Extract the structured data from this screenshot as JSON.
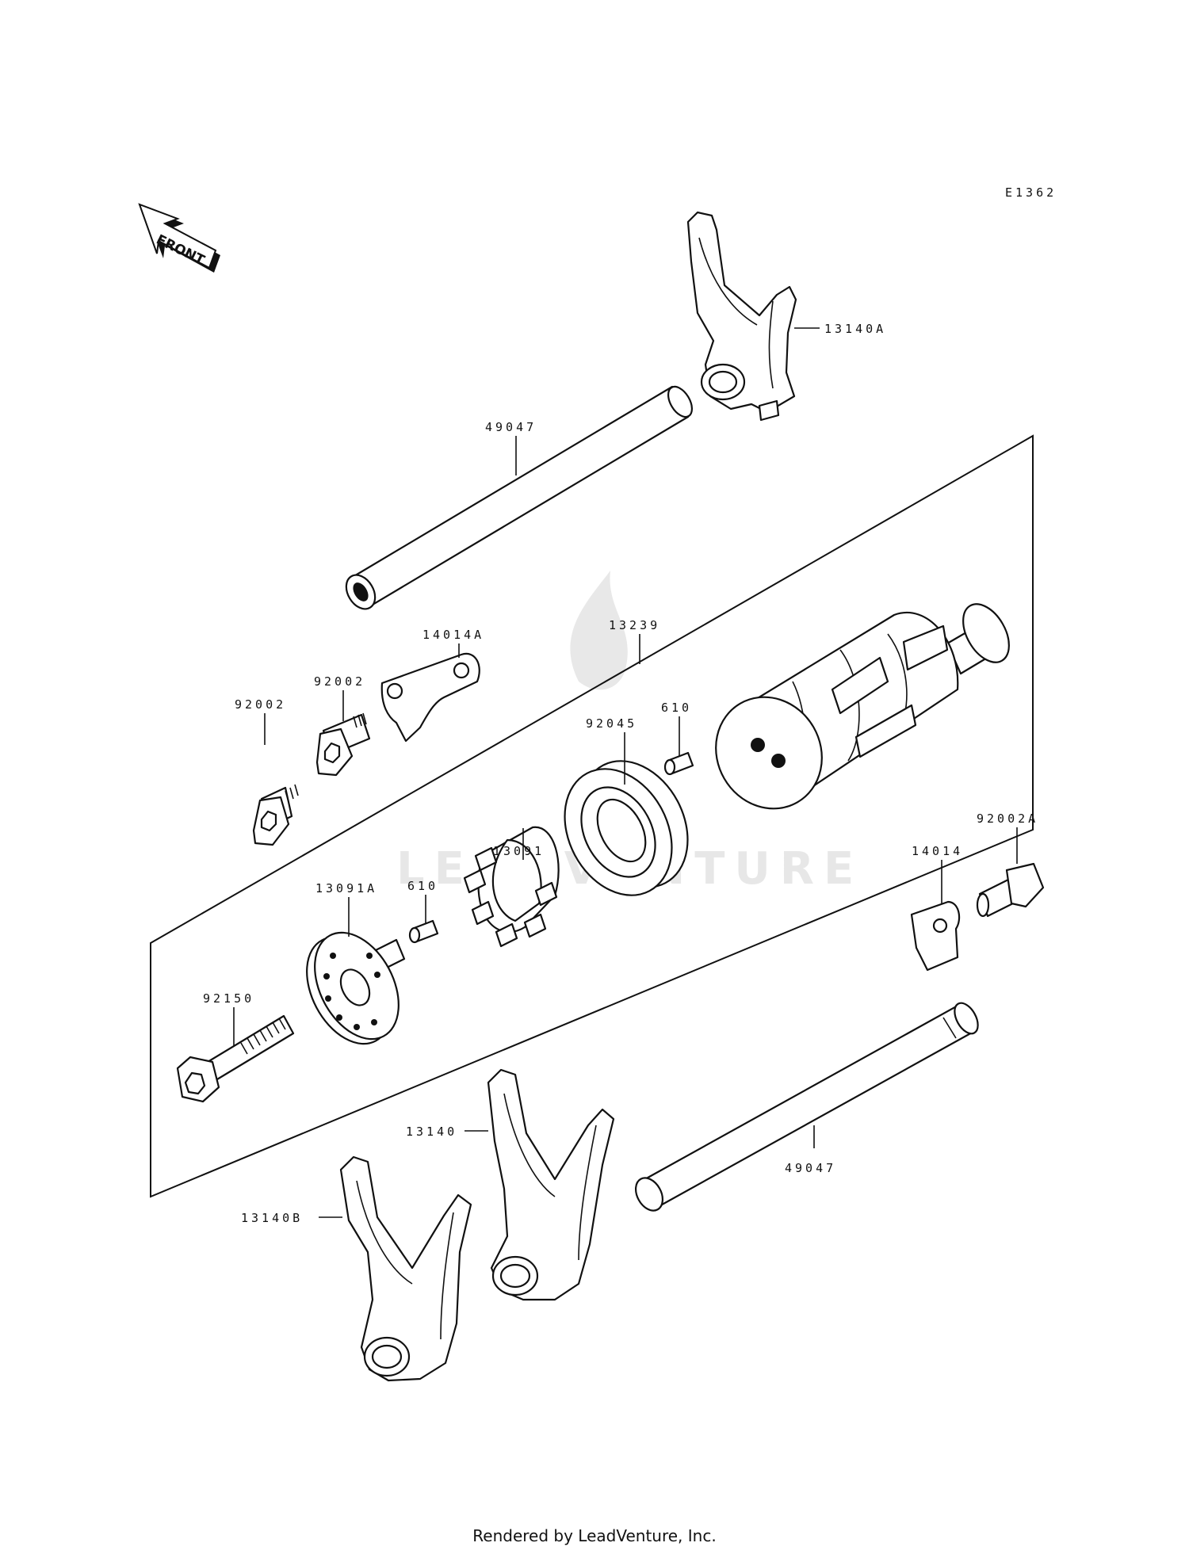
{
  "diagram_code": "E1362",
  "front_label": "FRONT",
  "watermark": "LEADVENTURE",
  "footer": "Rendered by LeadVenture, Inc.",
  "callouts": [
    {
      "id": "fork-13140a",
      "label": "13140A"
    },
    {
      "id": "shaft-top",
      "label": "49047"
    },
    {
      "id": "plate-14014a",
      "label": "14014A"
    },
    {
      "id": "drum-13239",
      "label": "13239"
    },
    {
      "id": "bolt-92002-left",
      "label": "92002"
    },
    {
      "id": "bolt-92002-right",
      "label": "92002"
    },
    {
      "id": "bearing-92045",
      "label": "92045"
    },
    {
      "id": "pin-610-upper",
      "label": "610"
    },
    {
      "id": "pin-holder-13091",
      "label": "13091"
    },
    {
      "id": "bolt-92002a",
      "label": "92002A"
    },
    {
      "id": "plate-14014",
      "label": "14014"
    },
    {
      "id": "pin-610-lower",
      "label": "610"
    },
    {
      "id": "cam-13091a",
      "label": "13091A"
    },
    {
      "id": "bolt-92150",
      "label": "92150"
    },
    {
      "id": "fork-13140",
      "label": "13140"
    },
    {
      "id": "shaft-bottom",
      "label": "49047"
    },
    {
      "id": "fork-13140b",
      "label": "13140B"
    }
  ]
}
